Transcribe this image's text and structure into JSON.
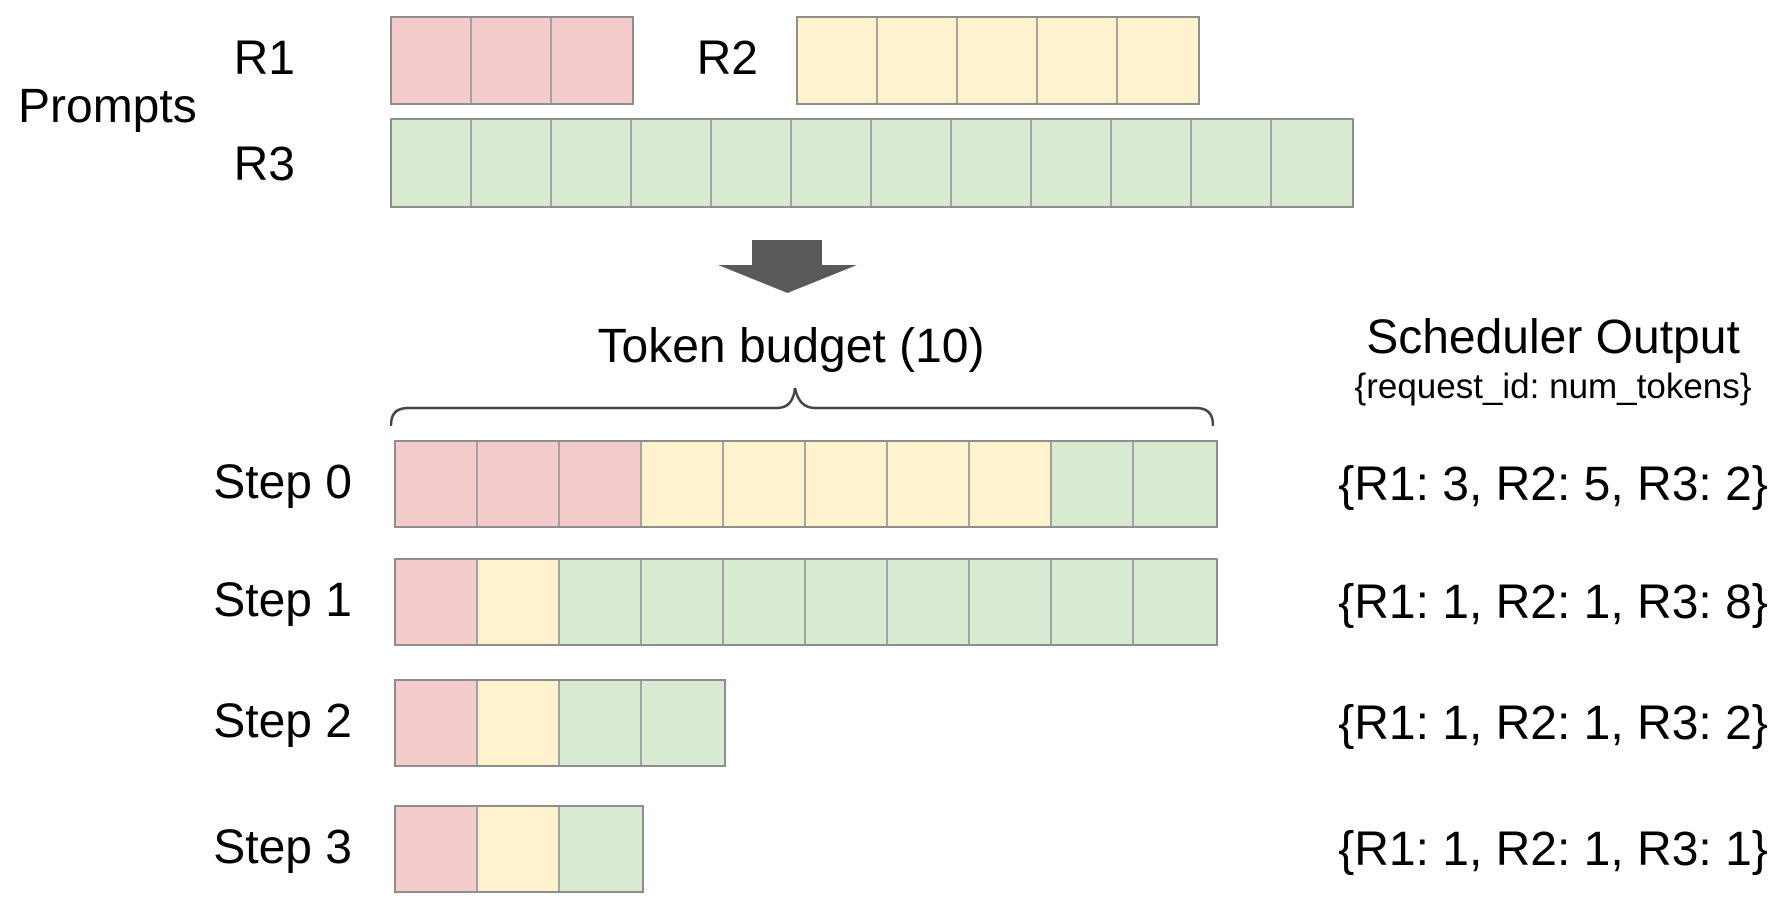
{
  "colors": {
    "r1": "#f4cccc",
    "r2": "#fff2cc",
    "r3": "#d9ead3",
    "cell_border": "#a2a2a2",
    "row_border": "#8e8e8e",
    "arrow": "#595959",
    "brace": "#444444",
    "text": "#000000",
    "background": "#ffffff"
  },
  "prompts": {
    "label": "Prompts",
    "rows": [
      {
        "id": "R1",
        "label": "R1",
        "color_key": "r1",
        "tokens": 3
      },
      {
        "id": "R2",
        "label": "R2",
        "color_key": "r2",
        "tokens": 5
      },
      {
        "id": "R3",
        "label": "R3",
        "color_key": "r3",
        "tokens": 12
      }
    ]
  },
  "token_budget": {
    "label": "Token budget (10)",
    "value": 10
  },
  "scheduler": {
    "title": "Scheduler Output",
    "subtitle": "{request_id: num_tokens}",
    "steps": [
      {
        "label": "Step 0",
        "output": "{R1: 3, R2: 5, R3: 2}",
        "allocations": [
          {
            "request": "R1",
            "tokens": 3
          },
          {
            "request": "R2",
            "tokens": 5
          },
          {
            "request": "R3",
            "tokens": 2
          }
        ]
      },
      {
        "label": "Step 1",
        "output": "{R1: 1, R2: 1, R3: 8}",
        "allocations": [
          {
            "request": "R1",
            "tokens": 1
          },
          {
            "request": "R2",
            "tokens": 1
          },
          {
            "request": "R3",
            "tokens": 8
          }
        ]
      },
      {
        "label": "Step 2",
        "output": "{R1: 1, R2: 1, R3: 2}",
        "allocations": [
          {
            "request": "R1",
            "tokens": 1
          },
          {
            "request": "R2",
            "tokens": 1
          },
          {
            "request": "R3",
            "tokens": 2
          }
        ]
      },
      {
        "label": "Step 3",
        "output": "{R1: 1, R2: 1, R3: 1}",
        "allocations": [
          {
            "request": "R1",
            "tokens": 1
          },
          {
            "request": "R2",
            "tokens": 1
          },
          {
            "request": "R3",
            "tokens": 1
          }
        ]
      }
    ]
  }
}
